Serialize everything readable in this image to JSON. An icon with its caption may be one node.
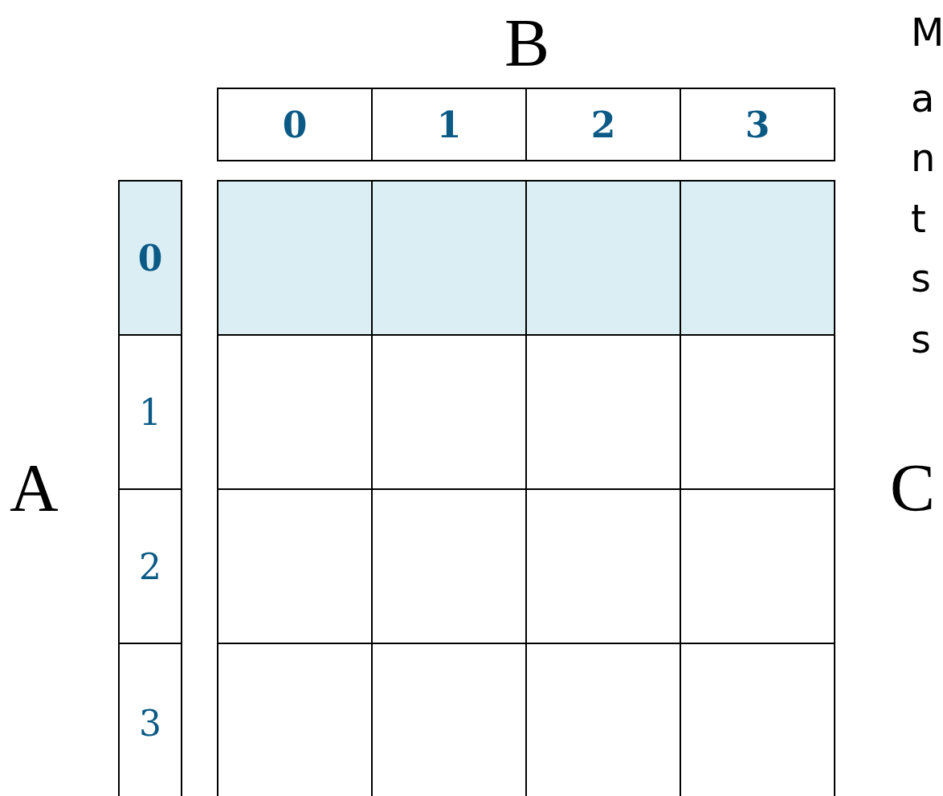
{
  "diagram": {
    "labels": [
      "B",
      "0",
      "1",
      "2",
      "3",
      "0",
      "1",
      "2",
      "3",
      "A",
      "C",
      "M",
      "a",
      "n",
      "t",
      "s",
      "s"
    ]
  }
}
